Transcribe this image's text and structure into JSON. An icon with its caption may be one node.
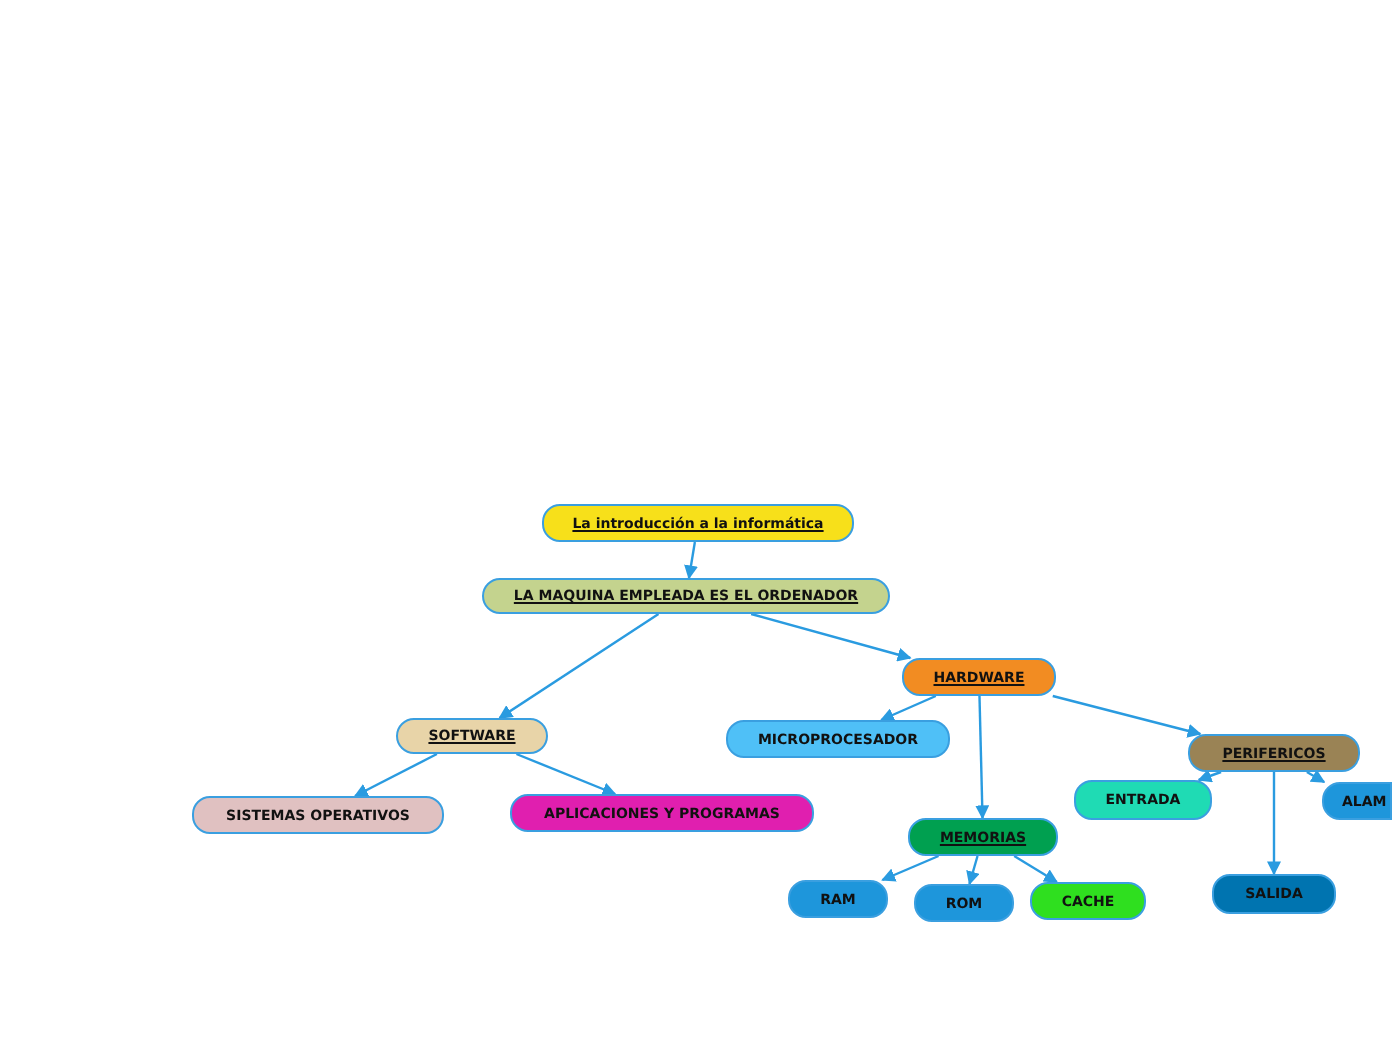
{
  "diagram": {
    "nodes": [
      {
        "text": [
          "La introducción a la informática"
        ]
      },
      {
        "text": [
          "LA MAQUINA EMPLEADA ES EL ORDENADOR"
        ]
      },
      {
        "text": [
          "HARDWARE"
        ]
      },
      {
        "text": [
          "SOFTWARE"
        ]
      },
      {
        "text": [
          "MICROPROCESADOR"
        ]
      },
      {
        "text": [
          "SISTEMAS OPERATIVOS"
        ]
      },
      {
        "text": [
          "APLICACIONES Y PROGRAMAS"
        ]
      },
      {
        "text": [
          "PERIFERICOS"
        ]
      },
      {
        "text": [
          "ENTRADA"
        ]
      },
      {
        "text": [
          "ALAM"
        ]
      },
      {
        "text": [
          "MEMORIAS"
        ]
      },
      {
        "text": [
          "SALIDA"
        ]
      },
      {
        "text": [
          "RAM"
        ]
      },
      {
        "text": [
          "ROM"
        ]
      },
      {
        "text": [
          "CACHE"
        ]
      }
    ],
    "edges": [
      {
        "from": 0,
        "to": 1,
        "arrow": "to"
      },
      {
        "from": 1,
        "to": 3,
        "arrow": "to"
      },
      {
        "from": 1,
        "to": 2,
        "arrow": "to"
      },
      {
        "from": 3,
        "to": 5,
        "arrow": "to"
      },
      {
        "from": 3,
        "to": 6,
        "arrow": "to"
      },
      {
        "from": 2,
        "to": 4,
        "arrow": "to"
      },
      {
        "from": 2,
        "to": 10,
        "arrow": "to"
      },
      {
        "from": 2,
        "to": 7,
        "arrow": "to"
      },
      {
        "from": 7,
        "to": 8,
        "arrow": "to"
      },
      {
        "from": 7,
        "to": 9,
        "arrow": "to"
      },
      {
        "from": 7,
        "to": 11,
        "arrow": "to"
      },
      {
        "from": 10,
        "to": 12,
        "arrow": "to"
      },
      {
        "from": 10,
        "to": 13,
        "arrow": "to"
      },
      {
        "from": 10,
        "to": 14,
        "arrow": "to"
      }
    ]
  }
}
